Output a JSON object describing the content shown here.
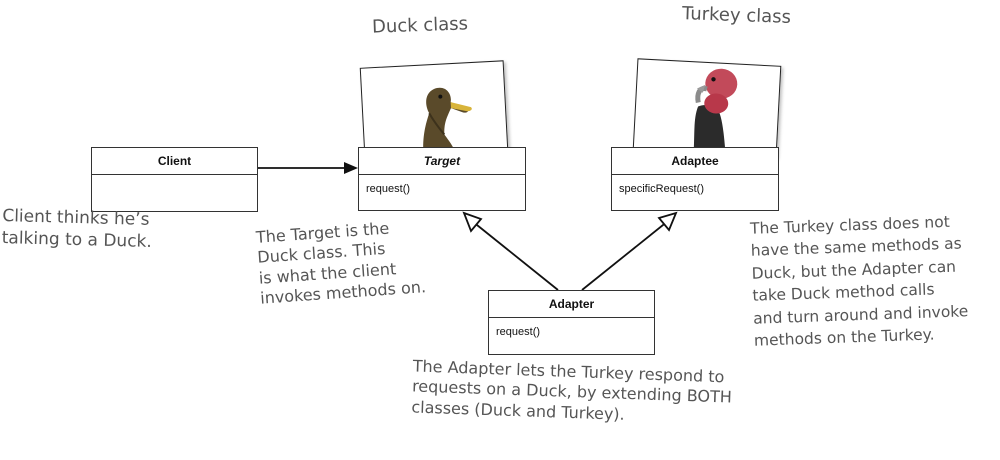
{
  "labels": {
    "duck_class": "Duck class",
    "turkey_class": "Turkey class"
  },
  "classes": {
    "client": {
      "name": "Client",
      "ops": ""
    },
    "target": {
      "name": "Target",
      "ops": "request()"
    },
    "adaptee": {
      "name": "Adaptee",
      "ops": "specificRequest()"
    },
    "adapter": {
      "name": "Adapter",
      "ops": "request()"
    }
  },
  "notes": {
    "client": "Client thinks he’s\ntalking to a Duck.",
    "target": "The Target is the\nDuck class. This\nis what the client\ninvokes methods on.",
    "turkey": "The Turkey class does not\nhave the same methods as\nDuck, but the Adapter can\ntake Duck method calls\nand turn around and invoke\nmethods on the Turkey.",
    "adapter": "The Adapter lets the Turkey respond to\nrequests on a Duck, by extending BOTH\nclasses (Duck and Turkey)."
  },
  "colors": {
    "note_text": "#555555",
    "box_border": "#333333",
    "duck_head": "#5a4a2a",
    "duck_bill": "#d8b43a",
    "turkey_head": "#c24a5a"
  },
  "icons": {
    "duck_photo": "duck-image",
    "turkey_photo": "turkey-image"
  }
}
